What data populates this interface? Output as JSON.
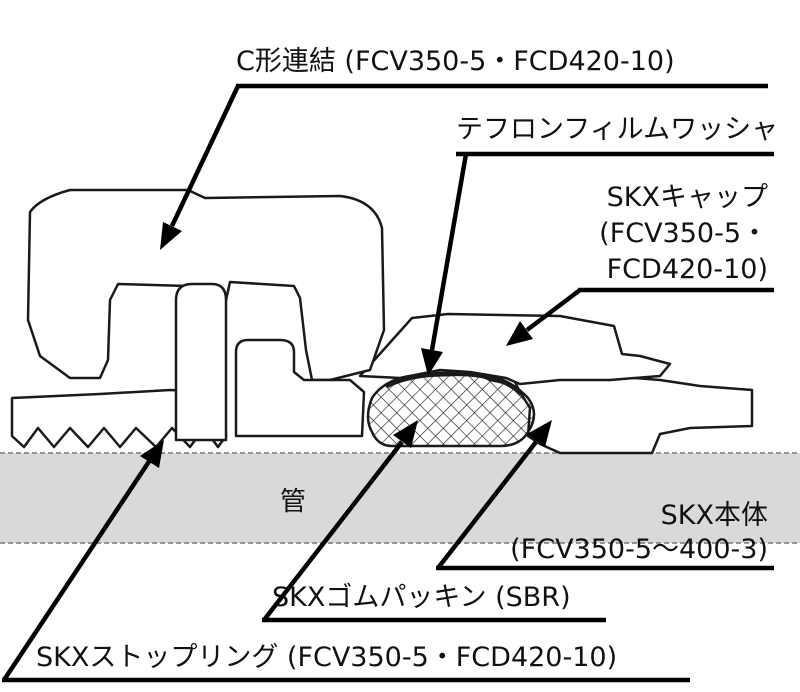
{
  "labels": {
    "c_coupling": "C形連結 (FCV350-5・FCD420-10)",
    "teflon_washer": "テフロンフィルムワッシャ",
    "cap_line1": "SKXキャップ",
    "cap_line2": "(FCV350-5・",
    "cap_line3": "FCD420-10)",
    "pipe": "管",
    "body_line1": "SKX本体",
    "body_line2": "(FCV350-5〜400-3)",
    "gasket": "SKXゴムパッキン (SBR)",
    "stop_ring": "SKXストップリング (FCV350-5・FCD420-10)"
  },
  "colors": {
    "pipe_fill": "#d9d9d9",
    "outline": "#1a1a1a",
    "leader": "#000000",
    "background": "#ffffff"
  }
}
